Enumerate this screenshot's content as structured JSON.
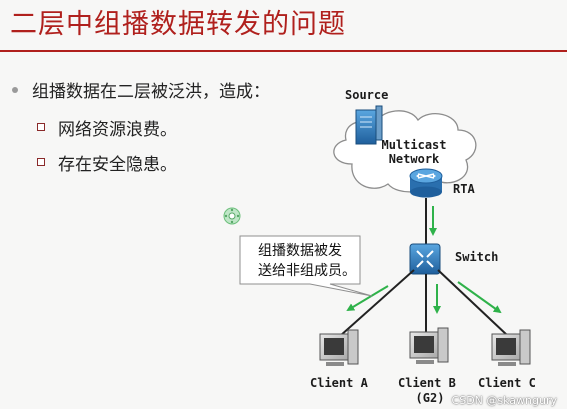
{
  "slide": {
    "title": "二层中组播数据转发的问题",
    "bullet_main": "组播数据在二层被泛洪，造成：",
    "sub_bullets": [
      "网络资源浪费。",
      "存在安全隐患。"
    ]
  },
  "diagram": {
    "source_label": "Source",
    "network_label_line1": "Multicast",
    "network_label_line2": "Network",
    "router_label": "RTA",
    "switch_label": "Switch",
    "callout_line1": "组播数据被发",
    "callout_line2": "送给非组成员。",
    "clients": [
      {
        "label": "Client A",
        "sub": ""
      },
      {
        "label": "Client B",
        "sub": "(G2)"
      },
      {
        "label": "Client C",
        "sub": ""
      }
    ]
  },
  "watermark": "CSDN @skawngury",
  "colors": {
    "title": "#b0201d",
    "arrow": "#2fb24a",
    "device": "#2d7fc3"
  }
}
